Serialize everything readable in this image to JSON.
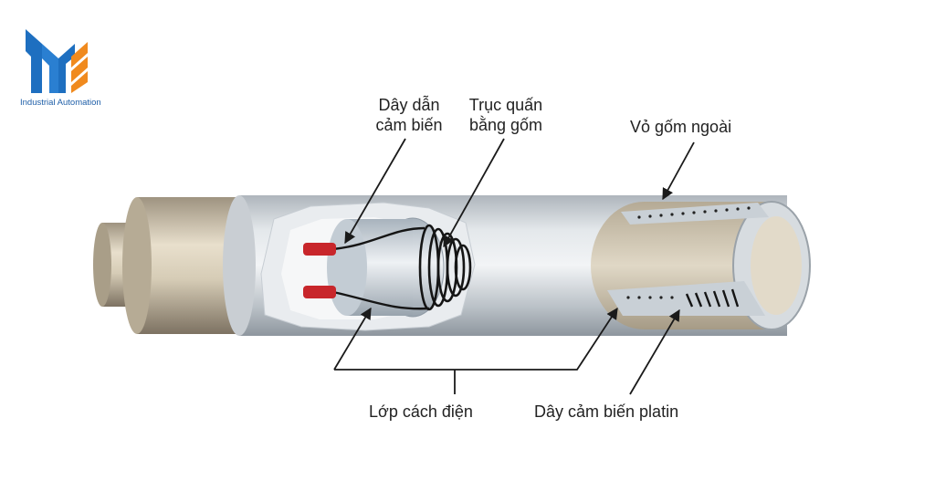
{
  "brand": {
    "tagline": "Industrial Automation",
    "colors": {
      "blue": "#1e6fc0",
      "orange": "#f08a1e"
    }
  },
  "labels": {
    "sensor_lead_wire_line1": "Dây dẫn",
    "sensor_lead_wire_line2": "cảm biến",
    "ceramic_core_line1": "Trục quấn",
    "ceramic_core_line2": "bằng gốm",
    "outer_ceramic_shell": "Vỏ gốm ngoài",
    "insulation_layer": "Lớp cách điện",
    "platinum_sensing_wire": "Dây cảm biến platin"
  },
  "colors": {
    "tube": "#c9ced3",
    "end_cap": "#cbbfa7",
    "insulation": "#dfe3e7",
    "lead_tip": "#c8262b"
  }
}
